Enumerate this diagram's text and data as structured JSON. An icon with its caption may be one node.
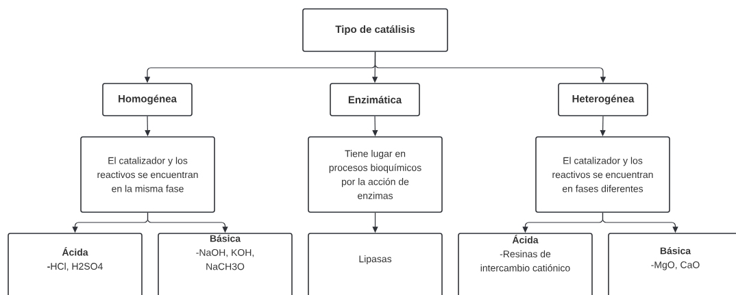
{
  "diagram": {
    "nodes": [
      {
        "text": [
          "Tipo de catálisis"
        ]
      },
      {
        "text": [
          "Homogénea"
        ]
      },
      {
        "text": [
          "Enzimática"
        ]
      },
      {
        "text": [
          "Heterogénea"
        ]
      },
      {
        "text": [
          "El catalizador y los reactivos se encuentran en la misma fase"
        ]
      },
      {
        "text": [
          "Tiene lugar en procesos bioquímicos por la acción de enzimas"
        ]
      },
      {
        "text": [
          "El catalizador y los reactivos se encuentran en fases diferentes"
        ]
      },
      {
        "text": [
          "Ácida",
          "**-**HCl, H2SO4"
        ]
      },
      {
        "text": [
          "Básica",
          "-NaOH, KOH, NaCH3O"
        ]
      },
      {
        "text": [
          "Lipasas"
        ]
      },
      {
        "text": [
          "Ácida",
          "-Resinas de intercambio catiónico"
        ]
      },
      {
        "text": [
          "Básica",
          "-MgO, CaO"
        ]
      }
    ],
    "edges": [
      {
        "from": 0,
        "to": 1,
        "arrow": "to"
      },
      {
        "from": 0,
        "to": 2,
        "arrow": "to"
      },
      {
        "from": 0,
        "to": 3,
        "arrow": "to"
      },
      {
        "from": 1,
        "to": 4,
        "arrow": "to"
      },
      {
        "from": 2,
        "to": 5,
        "arrow": "to"
      },
      {
        "from": 3,
        "to": 6,
        "arrow": "to"
      },
      {
        "from": 4,
        "to": 7,
        "arrow": "to"
      },
      {
        "from": 4,
        "to": 8,
        "arrow": "to"
      },
      {
        "from": 5,
        "to": 9,
        "arrow": "to"
      },
      {
        "from": 6,
        "to": 10,
        "arrow": "to"
      },
      {
        "from": 6,
        "to": 11,
        "arrow": "to"
      }
    ]
  }
}
